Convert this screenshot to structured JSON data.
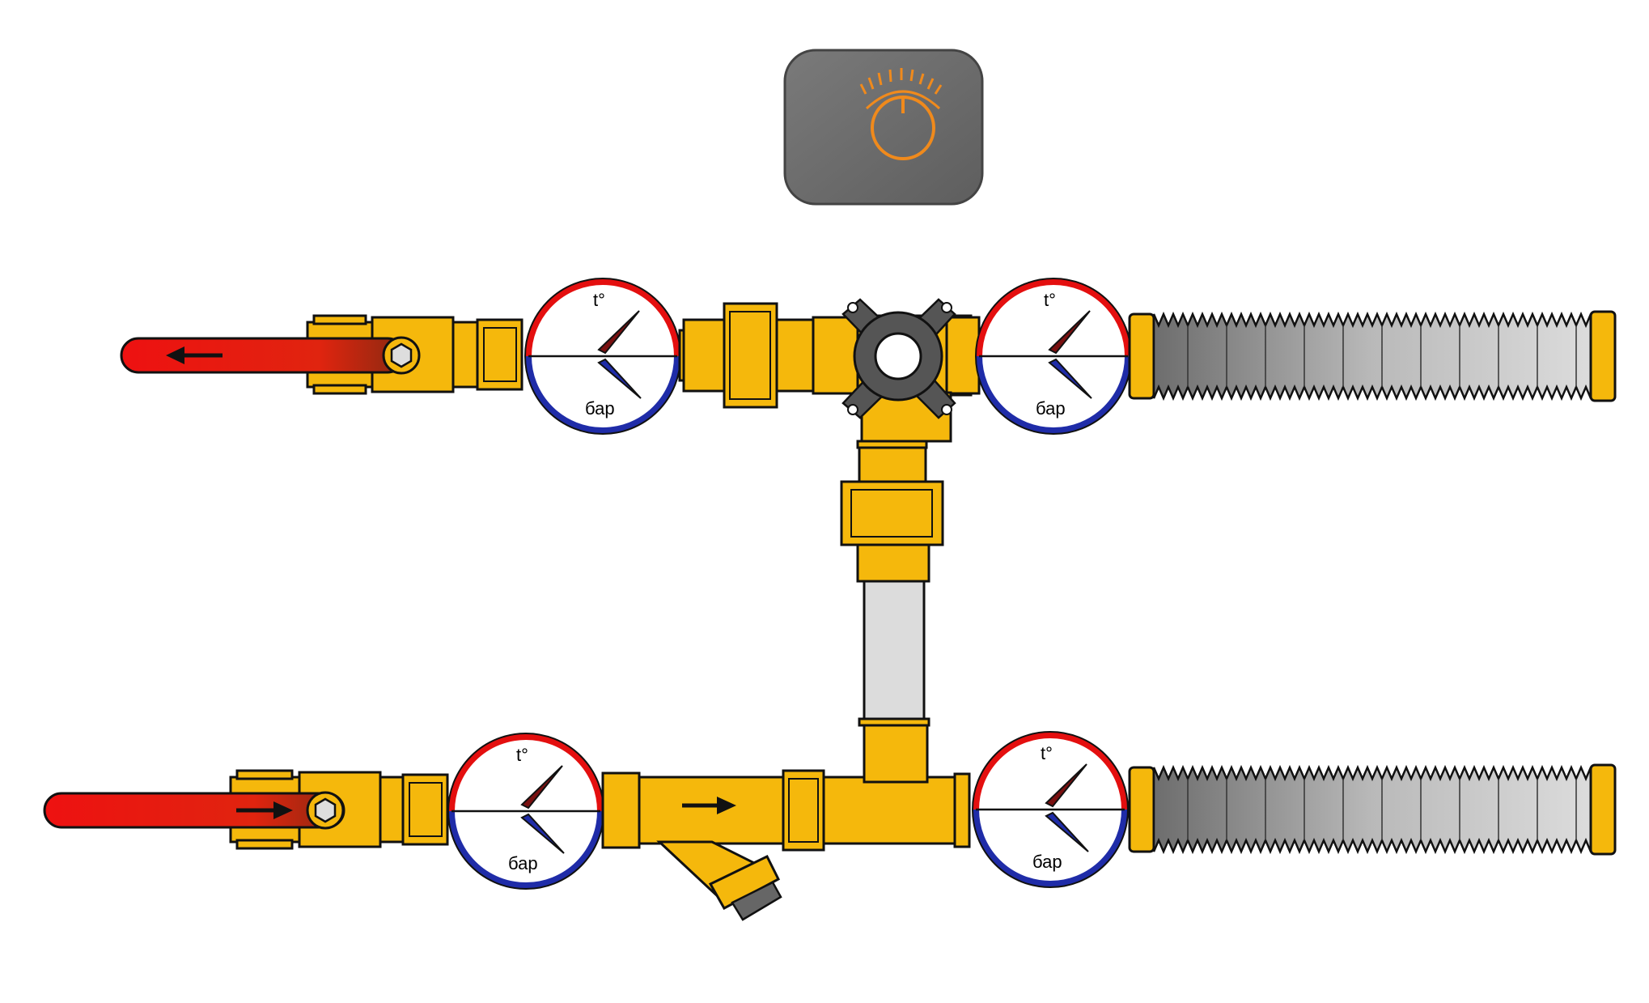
{
  "labels": {
    "temp_symbol": "t°",
    "pressure_unit": "бар"
  },
  "colors": {
    "brass": "#f5b80c",
    "brass_dark": "#c98d00",
    "hot": "#e40f0f",
    "cold": "#1f2ca8",
    "outline": "#111111",
    "hose": "#a8a8a8",
    "control_box": "#6e6e6e",
    "knob_accent": "#f08a1c"
  },
  "components": {
    "control_unit": "thermostat-knob-icon",
    "supply_valve": "ball-valve-red-handle",
    "return_valve": "ball-valve-red-handle",
    "mixing_valve": "three-way-mixing-valve",
    "strainer": "y-strainer",
    "bypass": "bypass-pipe",
    "outputs": "corrugated-flex-hose"
  },
  "gauges": [
    {
      "id": "supply-left",
      "temp_label": "t°",
      "pressure_label": "бар"
    },
    {
      "id": "supply-right",
      "temp_label": "t°",
      "pressure_label": "бар"
    },
    {
      "id": "return-left",
      "temp_label": "t°",
      "pressure_label": "бар"
    },
    {
      "id": "return-right",
      "temp_label": "t°",
      "pressure_label": "бар"
    }
  ],
  "flow": {
    "top_line": "left",
    "bottom_line": "right"
  }
}
